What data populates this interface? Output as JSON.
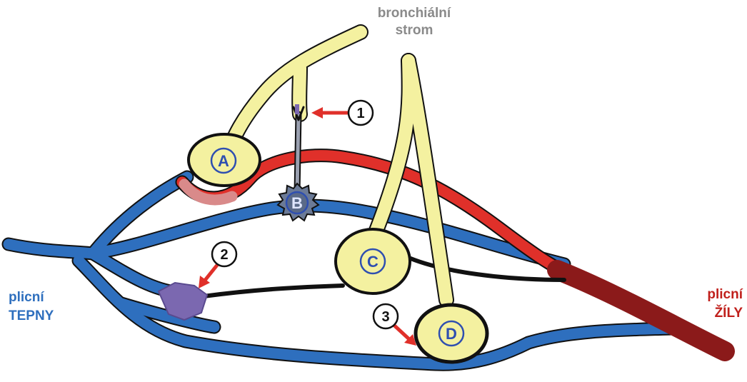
{
  "labels": {
    "bronchial_line1": "bronchiální",
    "bronchial_line2": "strom",
    "arteries_line1": "plicní",
    "arteries_line2": "TEPNY",
    "veins_line1": "plicní",
    "veins_line2": "ŽÍLY"
  },
  "alveoli": [
    {
      "id": "A"
    },
    {
      "id": "B"
    },
    {
      "id": "C"
    },
    {
      "id": "D"
    }
  ],
  "markers": [
    {
      "id": "1"
    },
    {
      "id": "2"
    },
    {
      "id": "3"
    }
  ],
  "colors": {
    "artery": "#2e6fbe",
    "vein": "#e0302a",
    "vein_dark": "#8b1a1a",
    "bronchus": "#f4f1a0",
    "outline": "#111111",
    "alveolus_letter": "#2f4fb0",
    "arrow": "#e0302a",
    "embolus": "#7b68b0",
    "deoxy_tint": "#d98a8a",
    "bronchial_label": "#8a8a8a"
  }
}
